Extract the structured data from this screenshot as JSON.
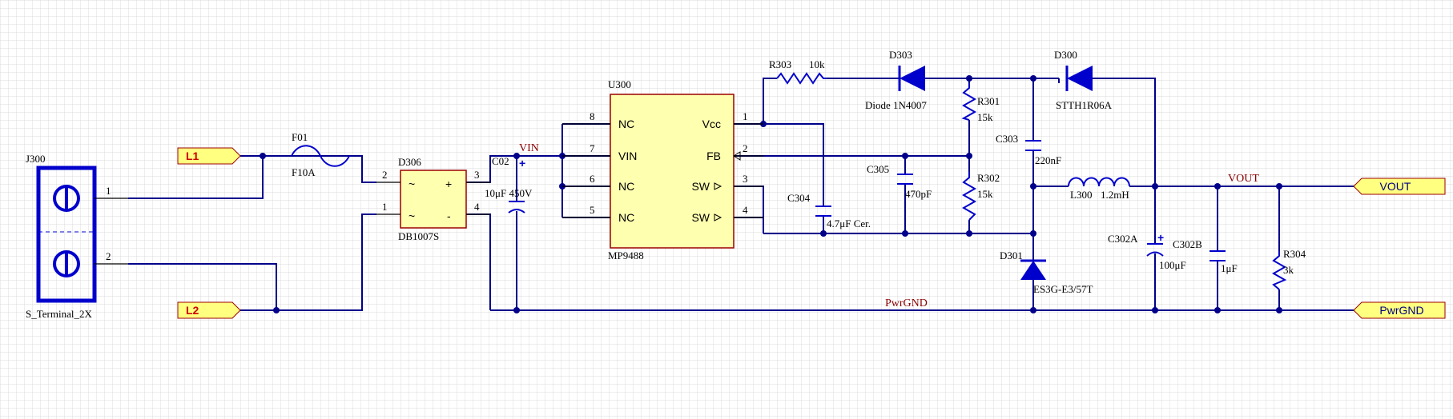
{
  "colors": {
    "background": "#ffffff",
    "grid": "#cfcfcf",
    "wire": "#00008b",
    "component": "#0000cc",
    "ic_body": "#ffffb0",
    "ic_outline": "#9b0000",
    "net_label": "#8b0000",
    "port_fill": "#ffff80",
    "port_text_input": "#cc0000",
    "port_text_output": "#000080"
  },
  "ports": {
    "L1": "L1",
    "L2": "L2",
    "VOUT": "VOUT",
    "PwrGND": "PwrGND"
  },
  "net_labels": {
    "VIN": "VIN",
    "VOUT": "VOUT",
    "PwrGND": "PwrGND"
  },
  "connector": {
    "designator": "J300",
    "value": "S_Terminal_2X",
    "pin1": "1",
    "pin2": "2"
  },
  "fuse": {
    "designator": "F01",
    "value": "F10A"
  },
  "bridge": {
    "designator": "D306",
    "value": "DB1007S",
    "sym_ac1": "~",
    "sym_plus": "+",
    "sym_ac2": "~",
    "sym_minus": "-",
    "pin2": "2",
    "pin3": "3",
    "pin1": "1",
    "pin4": "4"
  },
  "c02": {
    "designator": "C02",
    "value": "10μF 450V",
    "polarity": "+"
  },
  "ic": {
    "designator": "U300",
    "part": "MP9488",
    "left_pins": [
      {
        "num": "8",
        "name": "NC"
      },
      {
        "num": "7",
        "name": "VIN"
      },
      {
        "num": "6",
        "name": "NC"
      },
      {
        "num": "5",
        "name": "NC"
      }
    ],
    "right_pins": [
      {
        "num": "1",
        "name": "Vcc"
      },
      {
        "num": "2",
        "name": "FB"
      },
      {
        "num": "3",
        "name": "SW"
      },
      {
        "num": "4",
        "name": "SW"
      }
    ]
  },
  "r303": {
    "designator": "R303",
    "value": "10k"
  },
  "d303": {
    "designator": "D303",
    "value": "Diode 1N4007"
  },
  "d300": {
    "designator": "D300",
    "value": "STTH1R06A"
  },
  "r301": {
    "designator": "R301",
    "value": "15k"
  },
  "r302": {
    "designator": "R302",
    "value": "15k"
  },
  "c303": {
    "designator": "C303",
    "value": "220nF"
  },
  "c304": {
    "designator": "C304",
    "value": "4.7μF Cer."
  },
  "c305": {
    "designator": "C305",
    "value": "470pF"
  },
  "l300": {
    "designator": "L300",
    "value": "1.2mH"
  },
  "d301": {
    "designator": "D301",
    "value": "ES3G-E3/57T"
  },
  "c302a": {
    "designator": "C302A",
    "value": "100μF",
    "polarity": "+"
  },
  "c302b": {
    "designator": "C302B",
    "value": "1μF"
  },
  "r304": {
    "designator": "R304",
    "value": "3k"
  }
}
